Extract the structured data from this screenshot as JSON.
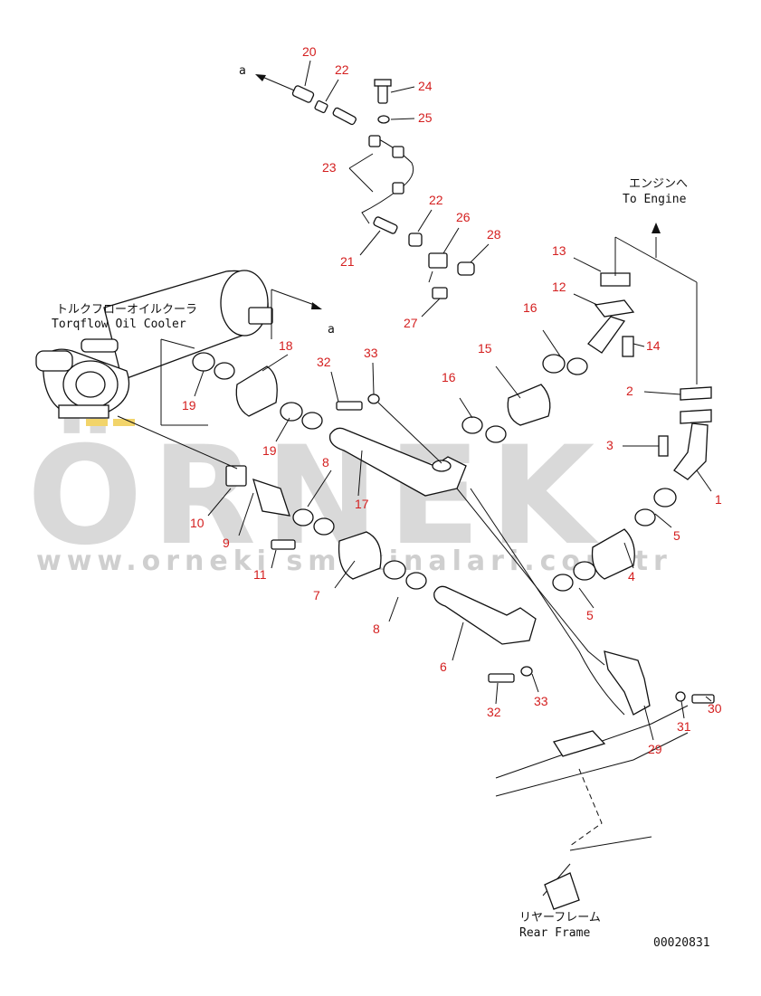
{
  "watermark": {
    "brand": "ÖRNEK",
    "url": "www.orneki smakinalari.com.tr"
  },
  "labels": {
    "to_engine_jp": "エンジンへ",
    "to_engine_en": "To Engine",
    "cooler_jp": "トルクフローオイルクーラ",
    "cooler_en": "Torqflow Oil Cooler",
    "rear_jp": "リヤーフレーム",
    "rear_en": "Rear Frame",
    "view_a_top": "a",
    "view_a_mid": "a",
    "drawing_no": "00020831"
  },
  "callouts": [
    "20",
    "22",
    "24",
    "25",
    "23",
    "22",
    "26",
    "28",
    "21",
    "27",
    "13",
    "12",
    "14",
    "16",
    "15",
    "18",
    "33",
    "32",
    "16",
    "2",
    "19",
    "19",
    "3",
    "1",
    "8",
    "17",
    "5",
    "10",
    "9",
    "11",
    "7",
    "8",
    "4",
    "5",
    "6",
    "32",
    "33",
    "30",
    "31",
    "29"
  ]
}
